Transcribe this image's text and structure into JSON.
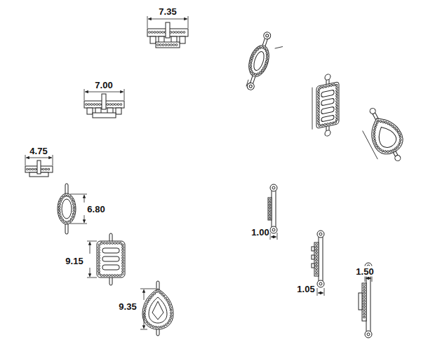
{
  "diagram": {
    "labels": [
      "7.35",
      "7.00",
      "4.75",
      "6.80",
      "9.15",
      "9.35",
      "1.00",
      "1.05",
      "1.50"
    ]
  }
}
